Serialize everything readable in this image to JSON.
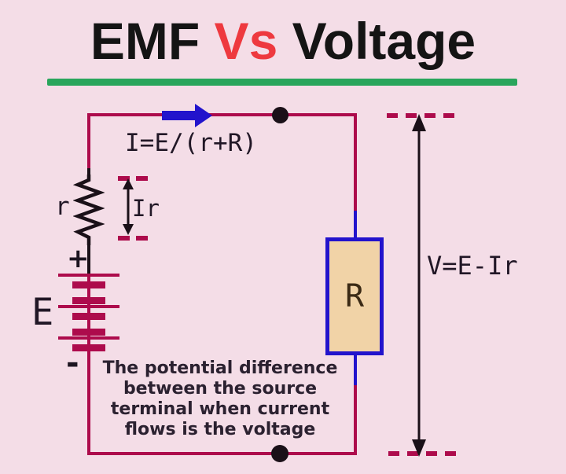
{
  "theme": {
    "background": "#f4dde7",
    "wire_crimson": "#ad0b4c",
    "wire_blue": "#2213cc",
    "underline_green": "#29a55c",
    "title_red": "#ee393f",
    "title_black": "#141414",
    "resistor_fill": "#f1d3a7",
    "resistor_border": "#2213cc",
    "ink_black": "#1a1018",
    "text_dark": "#2b2130"
  },
  "title": {
    "word1": "EMF",
    "vs": "Vs",
    "word2": "Voltage"
  },
  "circuit": {
    "current_formula": "I=E/(r+R)",
    "voltage_formula": "V=E-Ir",
    "internal_resistance_label": "r",
    "ir_drop_label": "Ir",
    "emf_label": "E",
    "load_resistor_label": "R",
    "battery_positive": "+",
    "battery_negative": "-",
    "caption": "The potential difference\nbetween the source\nterminal when current\nflows is the voltage"
  }
}
